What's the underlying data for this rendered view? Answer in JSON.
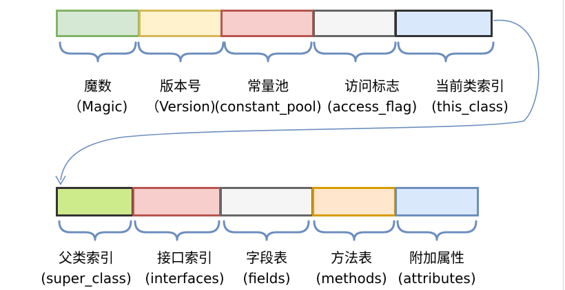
{
  "row1": [
    {
      "zh": "魔数",
      "en": "（Magic)",
      "fill": "#d5e8d4",
      "stroke": "#82b366"
    },
    {
      "zh": "版本号",
      "en": "（Version)",
      "fill": "#fff2cc",
      "stroke": "#d6b656"
    },
    {
      "zh": "常量池",
      "en": "(constant_pool)",
      "fill": "#f8cecc",
      "stroke": "#b85450"
    },
    {
      "zh": "访问标志",
      "en": "(access_flag)",
      "fill": "#f5f5f5",
      "stroke": "#666666"
    },
    {
      "zh": "当前类索引",
      "en": "(this_class)",
      "fill": "#dae8fc",
      "stroke": "#333333"
    }
  ],
  "row2": [
    {
      "zh": "父类索引",
      "en": "(super_class)",
      "fill": "#cdeb8b",
      "stroke": "#333333"
    },
    {
      "zh": "接口索引",
      "en": "(interfaces)",
      "fill": "#f8cecc",
      "stroke": "#b85450"
    },
    {
      "zh": "字段表",
      "en": "(fields)",
      "fill": "#f5f5f5",
      "stroke": "#666666"
    },
    {
      "zh": "方法表",
      "en": "(methods)",
      "fill": "#ffe6cc",
      "stroke": "#d79b00"
    },
    {
      "zh": "附加属性",
      "en": "(attributes)",
      "fill": "#dae8fc",
      "stroke": "#6c8ebf"
    }
  ],
  "connector_color": "#6c8ebf"
}
